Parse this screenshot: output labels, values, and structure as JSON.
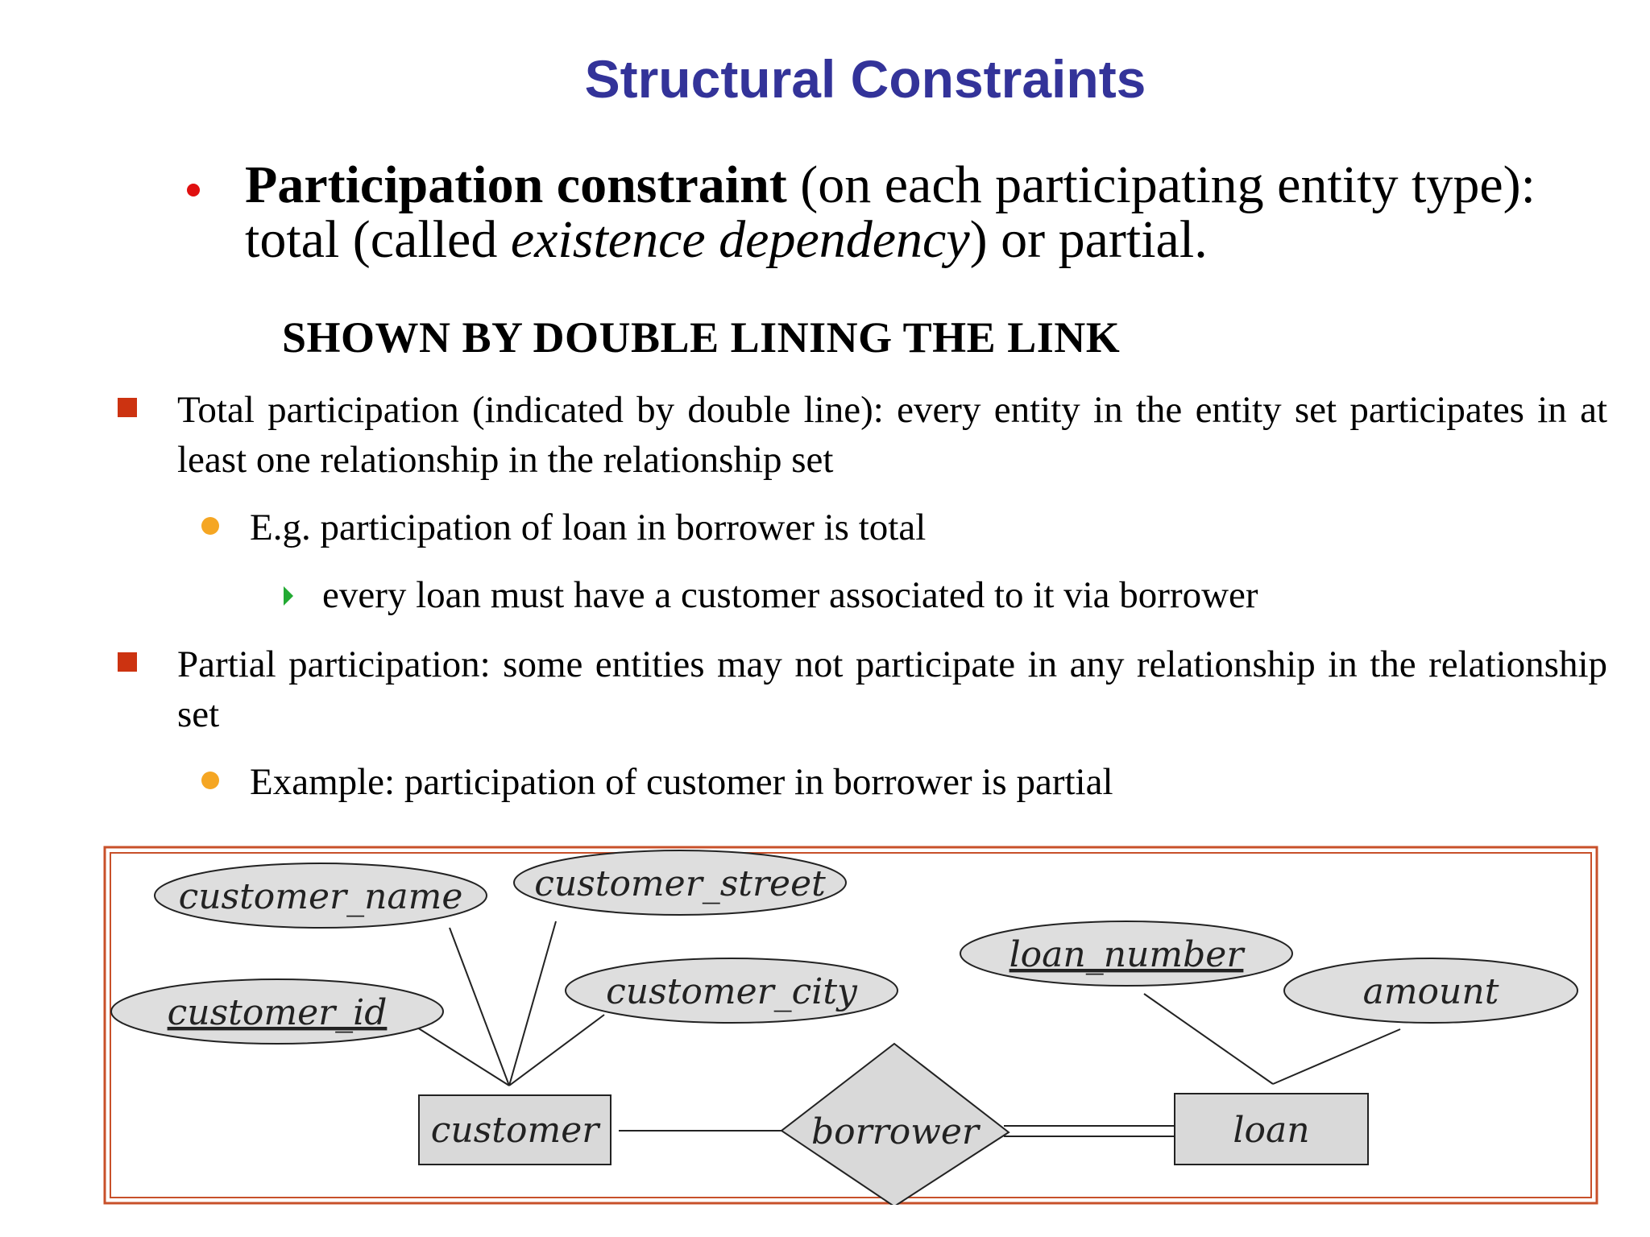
{
  "title": "Structural Constraints",
  "main_point": {
    "bold": "Participation constraint",
    "rest1": " (on each participating entity type):",
    "rest2": "total (called ",
    "italic": "existence dependency",
    "rest3": ") or partial."
  },
  "subheading": "SHOWN BY DOUBLE LINING THE LINK",
  "total": {
    "text": "Total participation (indicated by double line): every entity in the entity set participates in at least one relationship in the relationship set",
    "example": "E.g. participation of loan in borrower is total",
    "detail": "every loan must have a customer associated to it via borrower"
  },
  "partial": {
    "text": "Partial participation: some entities may not participate in any relationship in the relationship set",
    "example": "Example: participation of customer in borrower is partial"
  },
  "diagram": {
    "attributes": {
      "customer_name": "customer_name",
      "customer_street": "customer_street",
      "customer_id": "customer_id",
      "customer_city": "customer_city",
      "loan_number": "loan_number",
      "amount": "amount"
    },
    "entities": {
      "customer": "customer",
      "loan": "loan"
    },
    "relationship": "borrower"
  },
  "colors": {
    "title": "#333399",
    "main_bullet": "#e01010",
    "square_bullet": "#cc3311",
    "round_bullet": "#f5a623",
    "arrow_bullet": "#22aa33",
    "frame": "#c8502a",
    "shape_fill": "#d9d9d9"
  }
}
